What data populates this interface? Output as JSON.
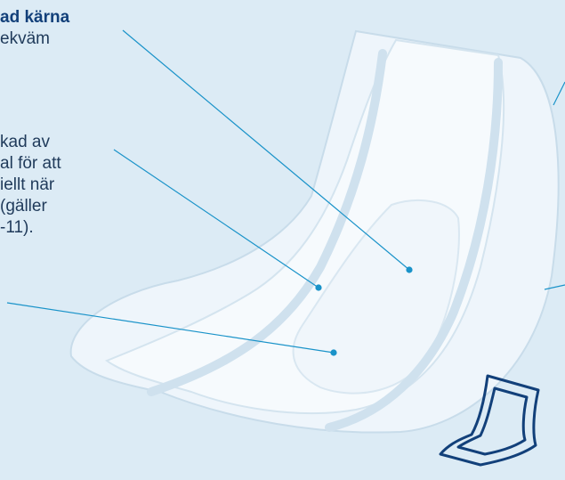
{
  "labels": {
    "block1": {
      "heading": "ad kärna",
      "line2": "ekväm"
    },
    "block2": {
      "line1": "kad av",
      "line2": "al för att",
      "line3": "iellt när",
      "line4": "(gäller",
      "line5": "-11)."
    }
  },
  "colors": {
    "background": "#dcebf5",
    "leader_line": "#1a93c9",
    "product": "#f4f9fd",
    "product_shadow": "#c6dcec",
    "icon_stroke": "#12407a"
  }
}
